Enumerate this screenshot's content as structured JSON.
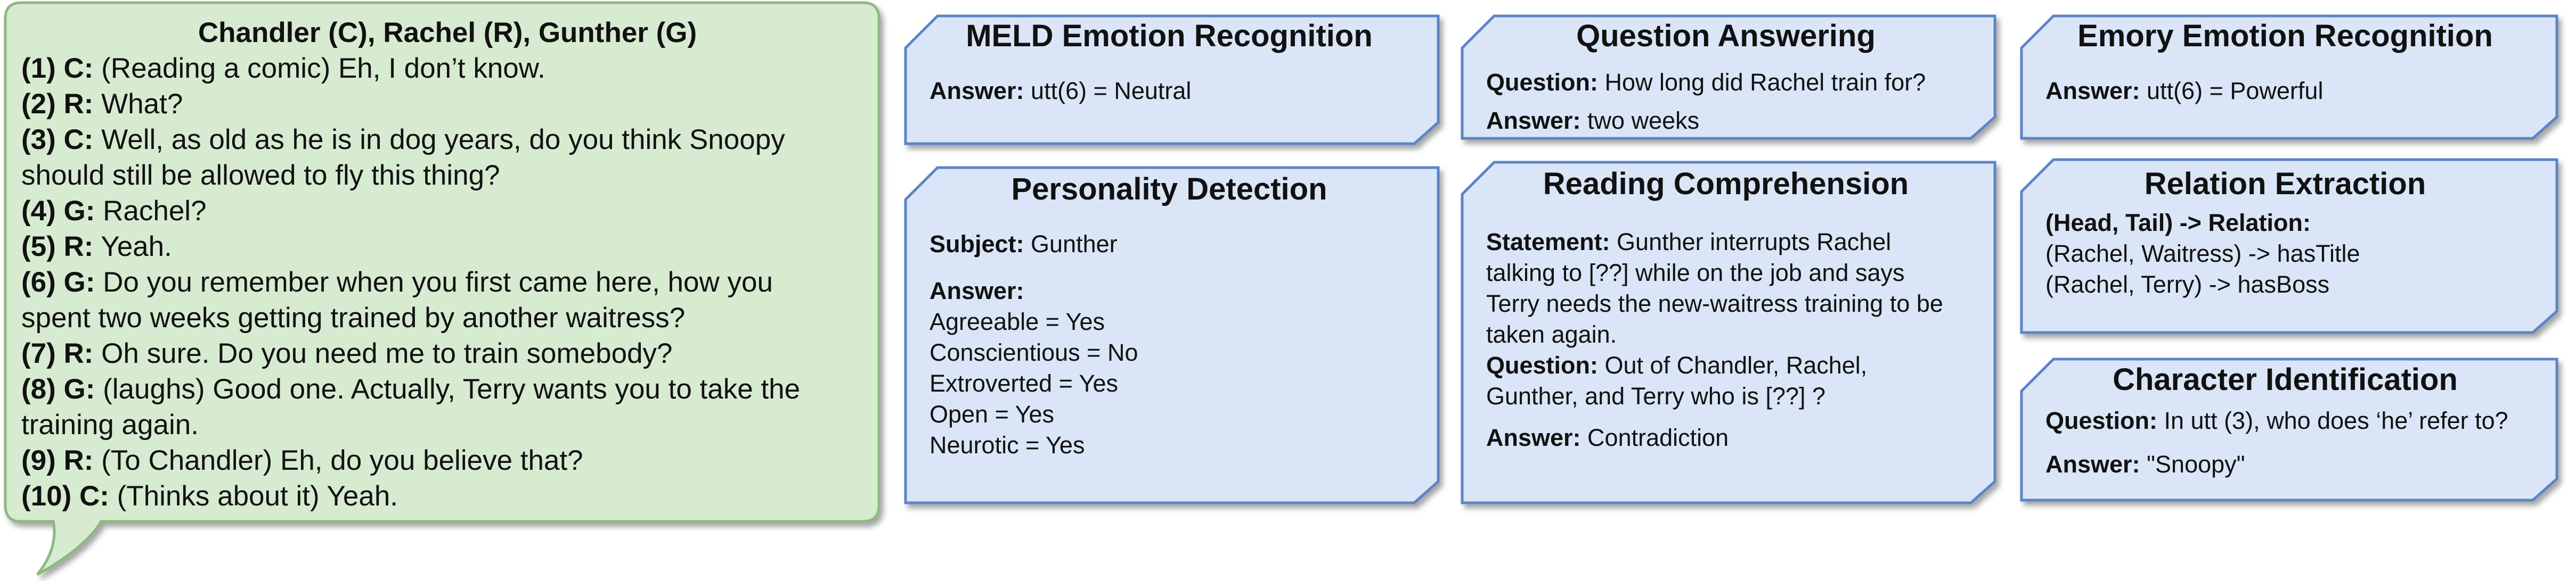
{
  "dialogue": {
    "title": "Chandler (C), Rachel (R), Gunther (G)",
    "turns": [
      {
        "tag": "(1) C:",
        "text": " (Reading a comic) Eh, I don’t know."
      },
      {
        "tag": "(2) R:",
        "text": " What?"
      },
      {
        "tag": "(3) C:",
        "text": " Well, as old as he is in dog years, do you think Snoopy"
      },
      {
        "tag": "",
        "text": "should still be allowed to fly this thing?"
      },
      {
        "tag": "(4) G:",
        "text": " Rachel?"
      },
      {
        "tag": "(5) R:",
        "text": " Yeah."
      },
      {
        "tag": "(6) G:",
        "text": " Do you remember when you first came here, how you"
      },
      {
        "tag": "",
        "text": "spent two weeks getting trained by another waitress?"
      },
      {
        "tag": "(7) R:",
        "text": " Oh sure. Do you need me to train somebody?"
      },
      {
        "tag": "(8) G:",
        "text": " (laughs) Good one. Actually, Terry wants you to take the"
      },
      {
        "tag": "",
        "text": "training again."
      },
      {
        "tag": "(9) R:",
        "text": " (To Chandler) Eh, do you believe that?"
      },
      {
        "tag": "(10) C:",
        "text": " (Thinks about it) Yeah."
      }
    ]
  },
  "tasks": {
    "meld": {
      "title": "MELD Emotion Recognition",
      "answer_label": "Answer:",
      "answer": " utt(6) = Neutral"
    },
    "qa": {
      "title": "Question Answering",
      "question_label": "Question:",
      "question": " How long did Rachel train for?",
      "answer_label": "Answer:",
      "answer": " two weeks"
    },
    "emory": {
      "title": "Emory Emotion Recognition",
      "answer_label": "Answer:",
      "answer": " utt(6) = Powerful"
    },
    "personality": {
      "title": "Personality Detection",
      "subject_label": "Subject:",
      "subject": " Gunther",
      "answer_label": "Answer:",
      "traits": [
        "Agreeable = Yes",
        "Conscientious = No",
        "Extroverted = Yes",
        "Open = Yes",
        "Neurotic = Yes"
      ]
    },
    "reading": {
      "title": "Reading Comprehension",
      "statement_label": "Statement:",
      "statement_lines": [
        " Gunther interrupts Rachel",
        "talking to [??] while on the job and says",
        "Terry needs the new-waitress training to be",
        "taken again."
      ],
      "question_label": "Question:",
      "question_lines": [
        " Out of Chandler, Rachel,",
        "Gunther, and Terry who is [??] ?"
      ],
      "answer_label": "Answer:",
      "answer": " Contradiction"
    },
    "relation": {
      "title": "Relation Extraction",
      "header": "(Head, Tail) -> Relation:",
      "rows": [
        "(Rachel, Waitress) -> hasTitle",
        "(Rachel, Terry) -> hasBoss"
      ]
    },
    "character": {
      "title": "Character Identification",
      "question_label": "Question:",
      "question": " In utt (3), who does ‘he’ refer to?",
      "answer_label": "Answer:",
      "answer": " \"Snoopy\""
    }
  },
  "colors": {
    "dialogue_fill": "#d7ebd1",
    "dialogue_stroke": "#8cb980",
    "task_fill": "#dae6f7",
    "task_stroke": "#5b84c7"
  }
}
